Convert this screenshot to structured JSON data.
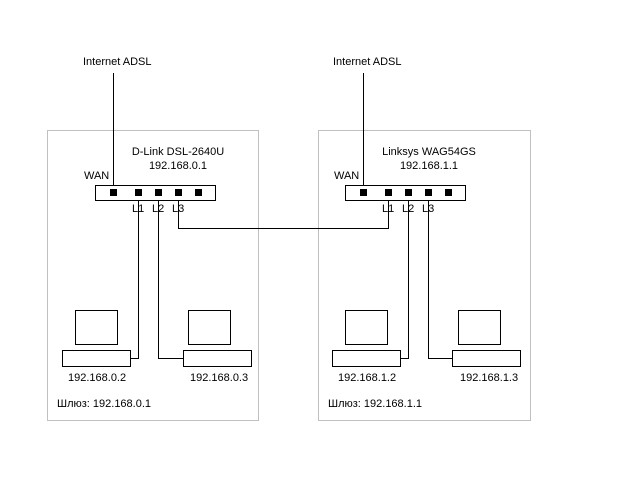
{
  "networks": {
    "left": {
      "internet_label": "Internet ADSL",
      "wan_label": "WAN",
      "router_model": "D-Link DSL-2640U",
      "router_ip": "192.168.0.1",
      "ports": [
        "L1",
        "L2",
        "L3"
      ],
      "computer1_ip": "192.168.0.2",
      "computer2_ip": "192.168.0.3",
      "gateway_label": "Шлюз: 192.168.0.1"
    },
    "right": {
      "internet_label": "Internet ADSL",
      "wan_label": "WAN",
      "router_model": "Linksys WAG54GS",
      "router_ip": "192.168.1.1",
      "ports": [
        "L1",
        "L2",
        "L3"
      ],
      "computer1_ip": "192.168.1.2",
      "computer2_ip": "192.168.1.3",
      "gateway_label": "Шлюз: 192.168.1.1"
    }
  },
  "colors": {
    "line": "#000000",
    "group_box_border": "#c0c0c0",
    "background": "#ffffff"
  }
}
